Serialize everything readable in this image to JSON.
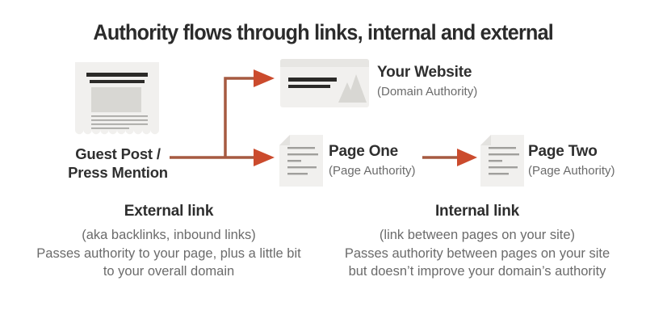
{
  "title": "Authority flows through links, internal and external",
  "colors": {
    "background": "#ffffff",
    "title_text": "#2b2b2b",
    "label_text": "#2f2f2f",
    "muted_text": "#6b6b6b",
    "arrow_line": "#a65a41",
    "arrow_head": "#cb4b2d",
    "icon_bg": "#f1f0ee",
    "icon_topbar": "#e7e6e3",
    "icon_fold": "#e3e2df",
    "icon_dark": "#2b2a28",
    "icon_media_gray": "#d8d7d3",
    "icon_line_gray": "#a09f9c"
  },
  "nodes": {
    "guest_post": {
      "icon": "article-clipping-icon",
      "label_line1": "Guest Post /",
      "label_line2": "Press Mention"
    },
    "your_website": {
      "icon": "browser-window-icon",
      "label": "Your Website",
      "sublabel": "(Domain Authority)"
    },
    "page_one": {
      "icon": "document-page-icon",
      "label": "Page One",
      "sublabel": "(Page Authority)"
    },
    "page_two": {
      "icon": "document-page-icon",
      "label": "Page Two",
      "sublabel": "(Page Authority)"
    }
  },
  "annotations": {
    "external": {
      "heading": "External link",
      "lines": [
        "(aka backlinks, inbound links)",
        "Passes authority to your page, plus a little bit",
        "to your overall domain"
      ]
    },
    "internal": {
      "heading": "Internal link",
      "lines": [
        "(link between pages on your site)",
        "Passes authority between pages on your site",
        "but doesn’t improve your domain’s authority"
      ]
    }
  }
}
